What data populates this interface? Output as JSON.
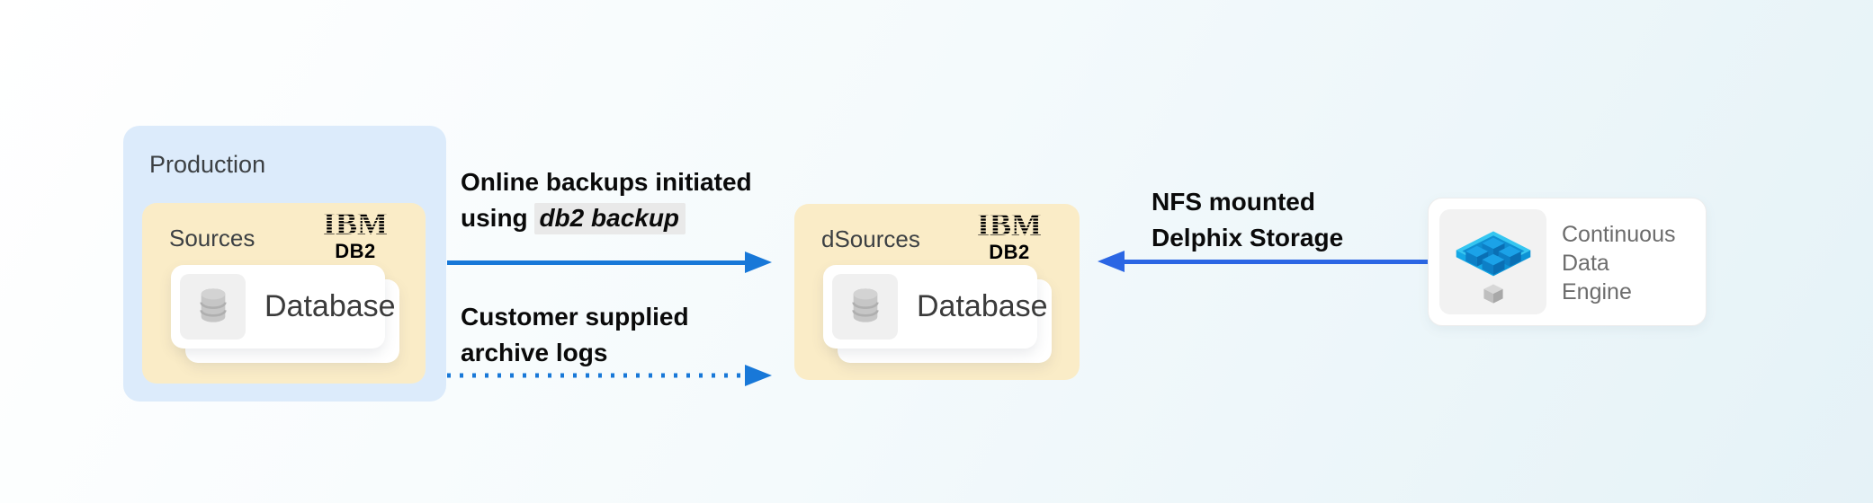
{
  "production": {
    "label": "Production"
  },
  "sources": {
    "label": "Sources",
    "vendor": "IBM",
    "product": "DB2",
    "card": {
      "label": "Database",
      "icon": "database-cylinder-icon"
    }
  },
  "dsources": {
    "label": "dSources",
    "vendor": "IBM",
    "product": "DB2",
    "card": {
      "label": "Database",
      "icon": "database-cylinder-icon"
    }
  },
  "engine": {
    "line1": "Continuous",
    "line2": "Data",
    "line3": "Engine",
    "icon": "delphix-engine-cubes-icon"
  },
  "flows": {
    "online_backups": {
      "line1": "Online backups initiated",
      "line2_prefix": "using ",
      "line2_code": "db2 backup",
      "style": "solid",
      "direction": "right"
    },
    "archive_logs": {
      "line1": "Customer supplied",
      "line2": "archive logs",
      "style": "dotted",
      "direction": "right"
    },
    "nfs": {
      "line1": "NFS mounted",
      "line2": "Delphix Storage",
      "style": "solid",
      "direction": "left"
    }
  },
  "colors": {
    "background_start": "#ffffff",
    "background_end": "#e5f2f7",
    "production_bg": "#dcebfb",
    "sources_bg": "#faecc7",
    "arrow_blue": "#1878d8",
    "nfs_arrow_blue": "#2b66e4",
    "code_chip_bg": "#e9e9e9",
    "engine_icon_blue": "#1ba2e8",
    "card_bg": "#ffffff"
  }
}
